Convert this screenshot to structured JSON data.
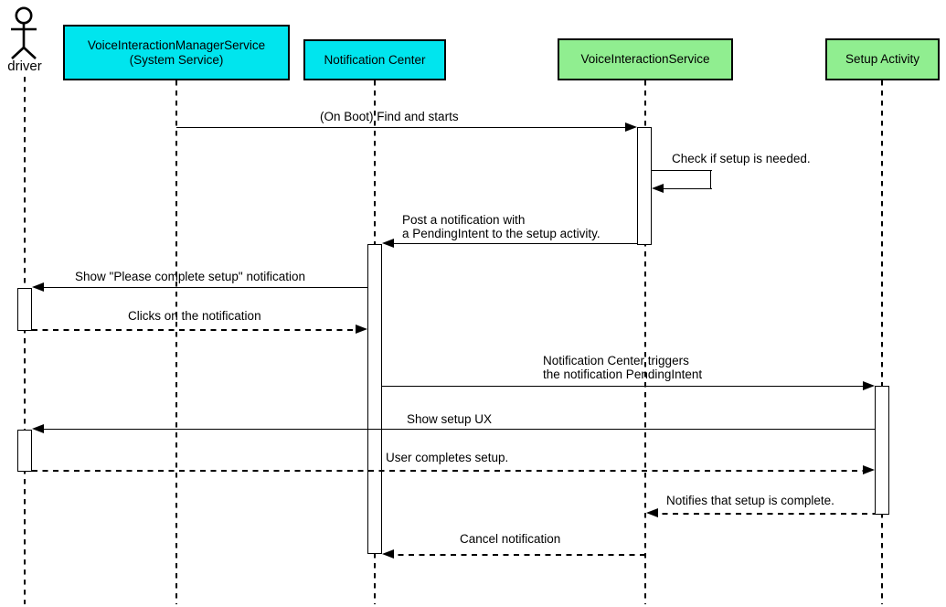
{
  "diagram": {
    "type": "uml-sequence-diagram",
    "background_color": "#ffffff",
    "line_color": "#000000",
    "actor": {
      "name": "driver"
    },
    "participants": [
      {
        "name": "VoiceInteractionManagerService (System Service)",
        "label": "VoiceInteractionManagerService\n(System Service)",
        "color": "#00e5ee"
      },
      {
        "name": "Notification Center",
        "label": "Notification Center",
        "color": "#00e5ee"
      },
      {
        "name": "VoiceInteractionService",
        "label": "VoiceInteractionService",
        "color": "#90ee90"
      },
      {
        "name": "Setup Activity",
        "label": "Setup Activity",
        "color": "#90ee90"
      }
    ],
    "messages": [
      {
        "label": "(On Boot) Find and starts",
        "from": "VoiceInteractionManagerService (System Service)",
        "to": "VoiceInteractionService",
        "line": "solid"
      },
      {
        "label": "Check if setup is needed.",
        "from": "VoiceInteractionService",
        "to": "VoiceInteractionService",
        "line": "solid",
        "self_message": true
      },
      {
        "label": "Post a notification with\na PendingIntent to the setup activity.",
        "from": "VoiceInteractionService",
        "to": "Notification Center",
        "line": "solid"
      },
      {
        "label": "Show \"Please complete setup\" notification",
        "from": "Notification Center",
        "to": "driver",
        "line": "solid"
      },
      {
        "label": "Clicks on the notification",
        "from": "driver",
        "to": "Notification Center",
        "line": "dashed"
      },
      {
        "label": "Notification Center triggers\nthe notification PendingIntent",
        "from": "Notification Center",
        "to": "Setup Activity",
        "line": "solid"
      },
      {
        "label": "Show setup UX",
        "from": "Setup Activity",
        "to": "driver",
        "line": "solid"
      },
      {
        "label": "User completes setup.",
        "from": "driver",
        "to": "Setup Activity",
        "line": "dashed"
      },
      {
        "label": "Notifies that setup is complete.",
        "from": "Setup Activity",
        "to": "VoiceInteractionService",
        "line": "dashed"
      },
      {
        "label": "Cancel notification",
        "from": "VoiceInteractionService",
        "to": "Notification Center",
        "line": "dashed"
      }
    ]
  }
}
